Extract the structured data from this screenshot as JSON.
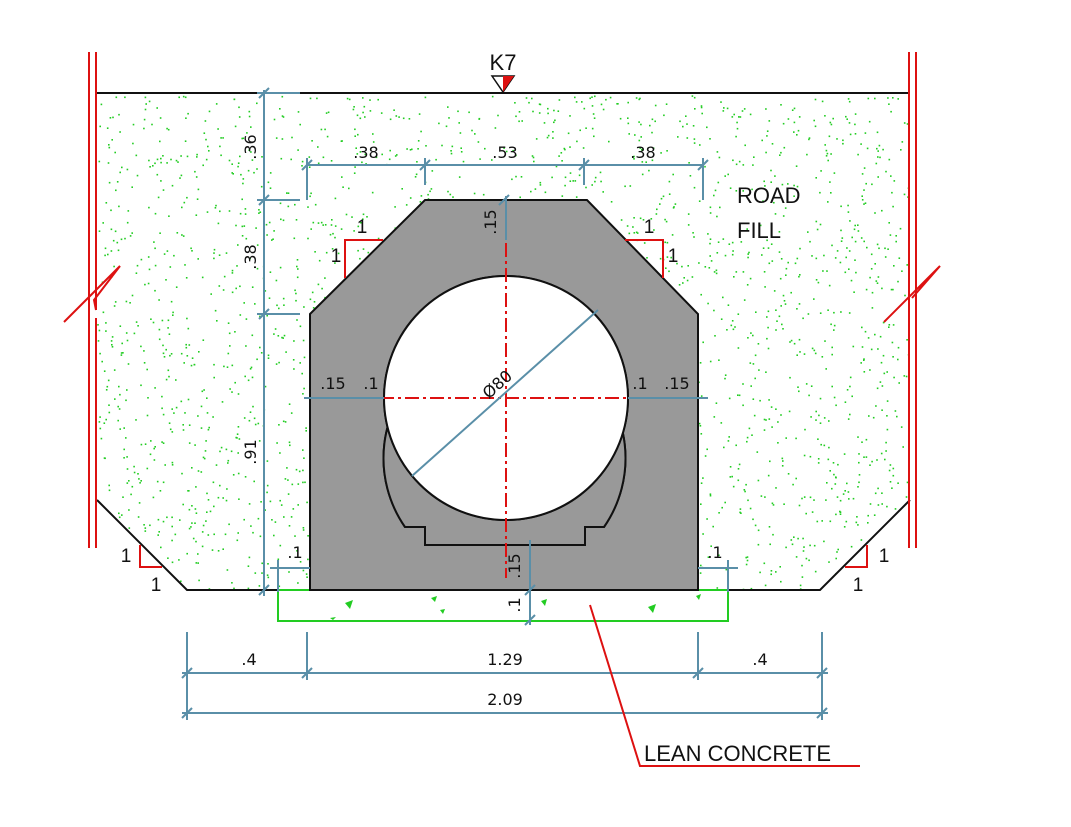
{
  "level_marker": {
    "label": "K7"
  },
  "labels": {
    "road_fill_line1": "ROAD",
    "road_fill_line2": "FILL",
    "lean_concrete": "LEAN CONCRETE",
    "pipe_diameter": "Ø80"
  },
  "dimensions": {
    "top_left": ".38",
    "top_center": ".53",
    "top_right": ".38",
    "fill_cover": ".36",
    "upper_wall": ".38",
    "lower_wall": ".91",
    "crown_thickness": ".15",
    "wall_left": ".15",
    "gap_left": ".1",
    "gap_right": ".1",
    "wall_right": ".15",
    "invert_thickness": ".15",
    "lean_thickness": ".1",
    "step_left": ".1",
    "step_right": ".1",
    "base_left": ".4",
    "base_center": "1.29",
    "base_right": ".4",
    "base_total": "2.09"
  },
  "slopes": {
    "chamfer_left_v": "1",
    "chamfer_left_h": "1",
    "chamfer_right_v": "1",
    "chamfer_right_h": "1",
    "trench_left_v": "1",
    "trench_left_h": "1",
    "trench_right_v": "1",
    "trench_right_h": "1"
  },
  "colors": {
    "fill_dots": "#22cc22",
    "concrete": "#999999",
    "dimension": "#5a8fa8",
    "axis": "#dd1111",
    "lean_outline": "#22cc22"
  }
}
